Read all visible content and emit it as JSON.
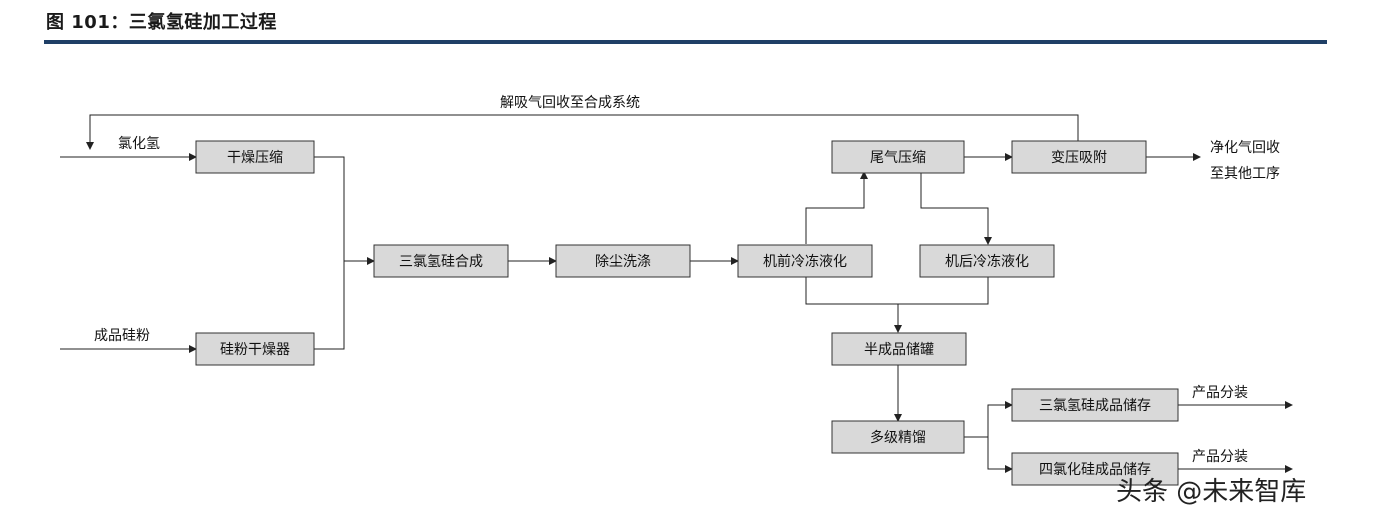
{
  "figure": {
    "title": "图 101：三氯氢硅加工过程"
  },
  "nodes": {
    "dry_compress": "干燥压缩",
    "powder_dryer": "硅粉干燥器",
    "synthesis": "三氯氢硅合成",
    "dust_wash": "除尘洗涤",
    "pre_cool": "机前冷冻液化",
    "tail_compress": "尾气压缩",
    "psa": "变压吸附",
    "post_cool": "机后冷冻液化",
    "semi_tank": "半成品储罐",
    "distill": "多级精馏",
    "tcs_store": "三氯氢硅成品储存",
    "stc_store": "四氯化硅成品储存"
  },
  "labels": {
    "recycle": "解吸气回收至合成系统",
    "hcl": "氯化氢",
    "si_powder": "成品硅粉",
    "purified_1": "净化气回收",
    "purified_2": "至其他工序",
    "pack_1": "产品分装",
    "pack_2": "产品分装"
  },
  "watermark": "头条 @未来智库"
}
